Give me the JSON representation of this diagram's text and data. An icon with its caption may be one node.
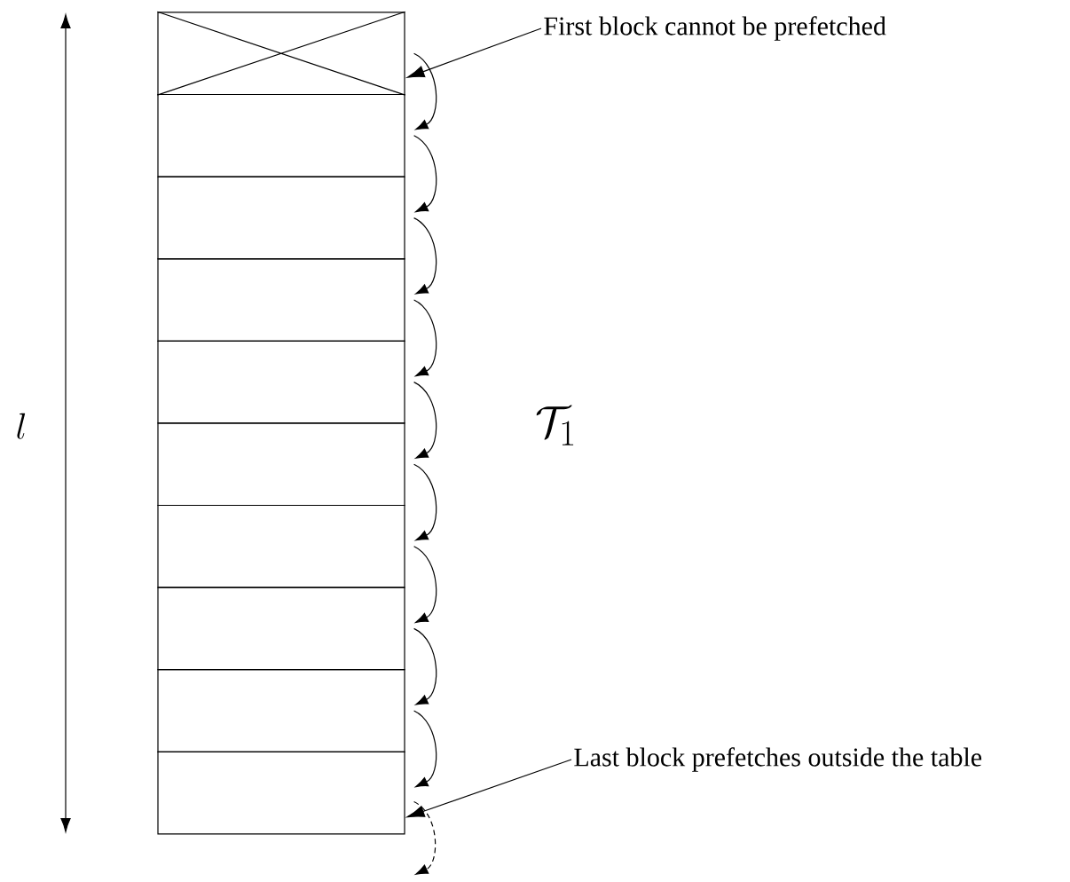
{
  "diagram": {
    "nodes": [
      {
        "text": [],
        "shape": "box"
      },
      {
        "text": [],
        "shape": "box"
      },
      {
        "text": [],
        "shape": "box"
      },
      {
        "text": [],
        "shape": "box"
      },
      {
        "text": [],
        "shape": "box"
      },
      {
        "text": [],
        "shape": "box"
      },
      {
        "text": [],
        "shape": "box"
      },
      {
        "text": [],
        "shape": "box"
      },
      {
        "text": [],
        "shape": "box"
      },
      {
        "text": [],
        "shape": "box"
      },
      {
        "text": [
          "First block cannot be prefetched"
        ]
      },
      {
        "text": [
          "Last block prefetches outside the table"
        ]
      }
    ],
    "edges": [
      {
        "from": 0,
        "to": 1,
        "arrow": "to"
      },
      {
        "from": 1,
        "to": 2,
        "arrow": "to"
      },
      {
        "from": 2,
        "to": 3,
        "arrow": "to"
      },
      {
        "from": 3,
        "to": 4,
        "arrow": "to"
      },
      {
        "from": 4,
        "to": 5,
        "arrow": "to"
      },
      {
        "from": 5,
        "to": 6,
        "arrow": "to"
      },
      {
        "from": 6,
        "to": 7,
        "arrow": "to"
      },
      {
        "from": 7,
        "to": 8,
        "arrow": "to"
      },
      {
        "from": 8,
        "to": 9,
        "arrow": "to"
      },
      {
        "from": 9,
        "to": null,
        "arrow": "to",
        "style": "dashed"
      },
      {
        "from": 10,
        "to": 0,
        "arrow": "to"
      },
      {
        "from": 11,
        "to": 9,
        "arrow": "to"
      }
    ],
    "labels": [
      "l",
      "\\mathcal{T}_1"
    ]
  }
}
